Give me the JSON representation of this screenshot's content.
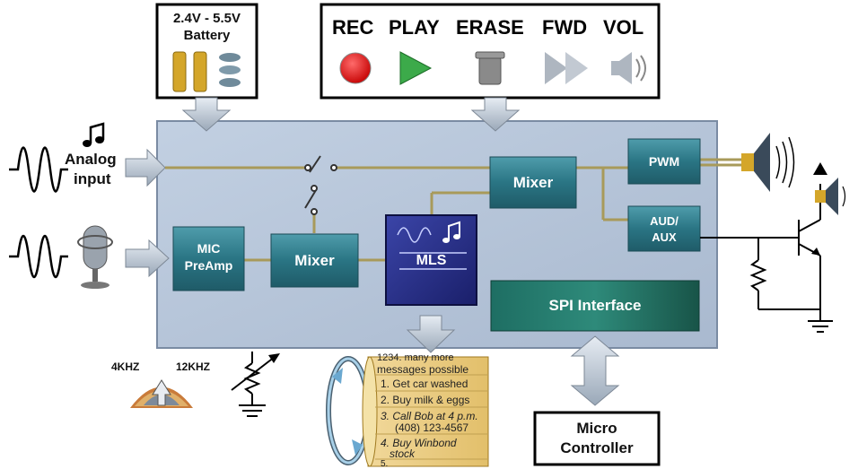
{
  "battery": {
    "line1": "2.4V - 5.5V",
    "line2": "Battery"
  },
  "controls": {
    "rec": "REC",
    "play": "PLAY",
    "erase": "ERASE",
    "fwd": "FWD",
    "vol": "VOL"
  },
  "inputs": {
    "analog_line1": "Analog",
    "analog_line2": "input"
  },
  "blocks": {
    "mic_line1": "MIC",
    "mic_line2": "PreAmp",
    "mixer_left": "Mixer",
    "mixer_top": "Mixer",
    "mls": "MLS",
    "pwm": "PWM",
    "aud_line1": "AUD/",
    "aud_line2": "AUX",
    "spi": "SPI Interface"
  },
  "freq": {
    "low": "4KHZ",
    "high": "12KHZ"
  },
  "micro": {
    "line1": "Micro",
    "line2": "Controller"
  },
  "messages": {
    "top1": "1234. many more",
    "top2": "messages possible",
    "item1": "1. Get car washed",
    "item2": "2. Buy milk & eggs",
    "item3a": "3. Call Bob at 4 p.m.",
    "item3b": "(408) 123-4567",
    "item4a": "4. Buy Winbond",
    "item4b": "stock",
    "item5": "5."
  },
  "colors": {
    "chip_bg": "#b4c4d8",
    "block": "#2f7a88",
    "mls": "#2a2f8a",
    "spi": "#1d6a5a",
    "wire": "#a89a5a"
  }
}
